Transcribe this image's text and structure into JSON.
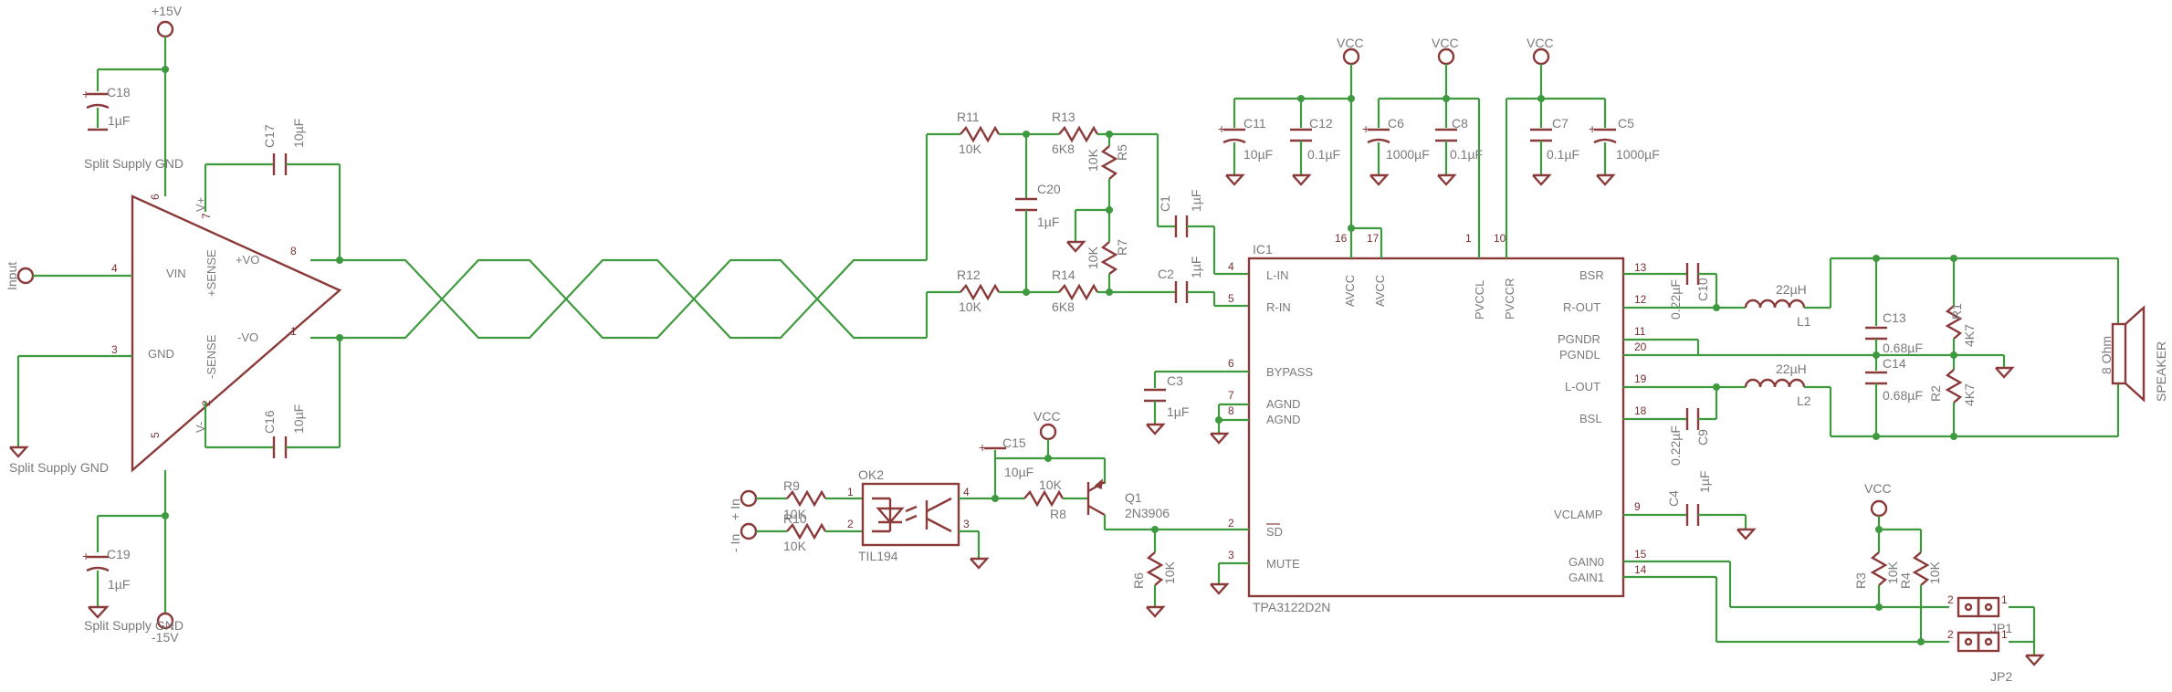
{
  "supplies": {
    "pos15": "+15V",
    "neg15": "-15V",
    "vcc": "VCC"
  },
  "opamp": {
    "pins": [
      "VIN",
      "GND",
      "V+",
      "V-",
      "+SENSE",
      "-SENSE",
      "+VO",
      "-VO"
    ],
    "pin_numbers": [
      "4",
      "3",
      "6",
      "5",
      "7",
      "2",
      "8",
      "1"
    ],
    "input_label": "Input",
    "split_gnd": "Split Supply GND"
  },
  "caps": {
    "c18": [
      "C18",
      "1µF"
    ],
    "c19": [
      "C19",
      "1µF"
    ],
    "c17": [
      "C17",
      "10µF"
    ],
    "c16": [
      "C16",
      "10µF"
    ],
    "c20": [
      "C20",
      "1µF"
    ],
    "c1": [
      "C1",
      "1µF"
    ],
    "c2": [
      "C2",
      "1µF"
    ],
    "c3": [
      "C3",
      "1µF"
    ],
    "c11": [
      "C11",
      "10µF"
    ],
    "c12": [
      "C12",
      "0.1µF"
    ],
    "c6": [
      "C6",
      "1000µF"
    ],
    "c8": [
      "C8",
      "0.1µF"
    ],
    "c7": [
      "C7",
      "0.1µF"
    ],
    "c5": [
      "C5",
      "1000µF"
    ],
    "c10": [
      "C10",
      "0.22µF"
    ],
    "c9": [
      "C9",
      "0.22µF"
    ],
    "c4": [
      "C4",
      "1µF"
    ],
    "c15": [
      "C15",
      "10µF"
    ],
    "c13": [
      "C13",
      "0.68µF"
    ],
    "c14": [
      "C14",
      "0.68µF"
    ]
  },
  "resistors": {
    "r11": [
      "R11",
      "10K"
    ],
    "r12": [
      "R12",
      "10K"
    ],
    "r13": [
      "R13",
      "6K8"
    ],
    "r14": [
      "R14",
      "6K8"
    ],
    "r5": [
      "R5",
      "10K"
    ],
    "r7": [
      "R7",
      "10K"
    ],
    "r9": [
      "R9",
      "10K"
    ],
    "r10": [
      "R10",
      "10K"
    ],
    "r8": [
      "R8",
      "10K"
    ],
    "r6": [
      "R6",
      "10K"
    ],
    "r3": [
      "R3",
      "10K"
    ],
    "r4": [
      "R4",
      "10K"
    ],
    "r1": [
      "R1",
      "4K7"
    ],
    "r2": [
      "R2",
      "4K7"
    ]
  },
  "inductors": {
    "l1": [
      "L1",
      "22µH"
    ],
    "l2": [
      "L2",
      "22µH"
    ]
  },
  "ic1": {
    "name": "IC1",
    "part": "TPA3122D2N",
    "left_pins": [
      {
        "num": "4",
        "name": "L-IN"
      },
      {
        "num": "5",
        "name": "R-IN"
      },
      {
        "num": "6",
        "name": "BYPASS"
      },
      {
        "num": "7",
        "name": "AGND"
      },
      {
        "num": "8",
        "name": "AGND"
      },
      {
        "num": "2",
        "name": "SD"
      },
      {
        "num": "3",
        "name": "MUTE"
      }
    ],
    "top_pins": [
      {
        "num": "16",
        "name": "AVCC"
      },
      {
        "num": "17",
        "name": "AVCC"
      },
      {
        "num": "1",
        "name": "PVCCL"
      },
      {
        "num": "10",
        "name": "PVCCR"
      }
    ],
    "right_pins": [
      {
        "num": "13",
        "name": "BSR"
      },
      {
        "num": "12",
        "name": "R-OUT"
      },
      {
        "num": "11",
        "name": "PGNDR"
      },
      {
        "num": "20",
        "name": "PGNDL"
      },
      {
        "num": "19",
        "name": "L-OUT"
      },
      {
        "num": "18",
        "name": "BSL"
      },
      {
        "num": "9",
        "name": "VCLAMP"
      },
      {
        "num": "15",
        "name": "GAIN0"
      },
      {
        "num": "14",
        "name": "GAIN1"
      }
    ]
  },
  "optocoupler": {
    "name": "OK2",
    "part": "TIL194",
    "pins": [
      "1",
      "2",
      "4",
      "3"
    ]
  },
  "transistor": {
    "name": "Q1",
    "part": "2N3906"
  },
  "inputs": {
    "plus_in": "+ In",
    "minus_in": "- In"
  },
  "jumpers": {
    "jp1": [
      "JP1",
      "2",
      "1"
    ],
    "jp2": [
      "JP2",
      "2",
      "1"
    ]
  },
  "speaker": {
    "name": "SPEAKER",
    "impedance": "8 Ohm"
  }
}
